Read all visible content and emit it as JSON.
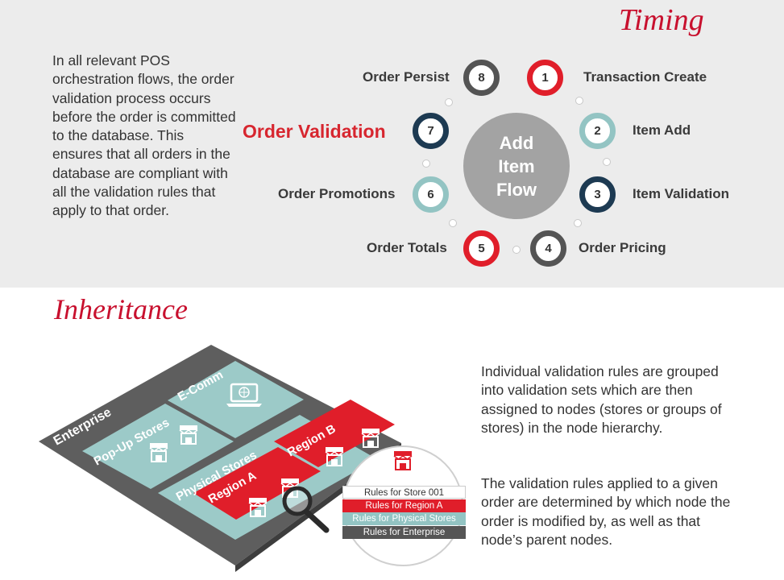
{
  "timing": {
    "title": "Timing",
    "description": "In all relevant POS orchestration flows, the order validation process occurs before the order is committed to the database. This ensures that all orders in the database are compliant with all the validation rules that apply to that order.",
    "center_lines": [
      "Add",
      "Item",
      "Flow"
    ],
    "steps": [
      {
        "number": "1",
        "label": "Transaction Create",
        "ring": "red"
      },
      {
        "number": "2",
        "label": "Item Add",
        "ring": "teal"
      },
      {
        "number": "3",
        "label": "Item Validation",
        "ring": "navy"
      },
      {
        "number": "4",
        "label": "Order Pricing",
        "ring": "gray"
      },
      {
        "number": "5",
        "label": "Order Totals",
        "ring": "red"
      },
      {
        "number": "6",
        "label": "Order Promotions",
        "ring": "teal"
      },
      {
        "number": "7",
        "label": "Order Validation",
        "ring": "navy",
        "highlight": true
      },
      {
        "number": "8",
        "label": "Order Persist",
        "ring": "gray"
      }
    ]
  },
  "inheritance": {
    "title": "Inheritance",
    "paragraph1": "Individual validation rules are grouped into validation sets which are then assigned to nodes (stores or groups of stores) in the node hierarchy.",
    "paragraph2": "The validation rules applied to a given order are determined by which node the order is modified by, as well as that node’s parent nodes.",
    "tiles": {
      "enterprise": "Enterprise",
      "popup": "Pop-Up Stores",
      "ecomm": "E-Comm",
      "physical": "Physical Stores",
      "region_a": "Region A",
      "region_b": "Region B"
    },
    "rules": [
      "Rules for Store 001",
      "Rules for Region A",
      "Rules for Physical Stores",
      "Rules for Enterprise"
    ]
  },
  "colors": {
    "red": "#e01e2a",
    "teal": "#93c4c3",
    "navy": "#1d3a52",
    "gray": "#545454",
    "title_red": "#c8102e"
  }
}
